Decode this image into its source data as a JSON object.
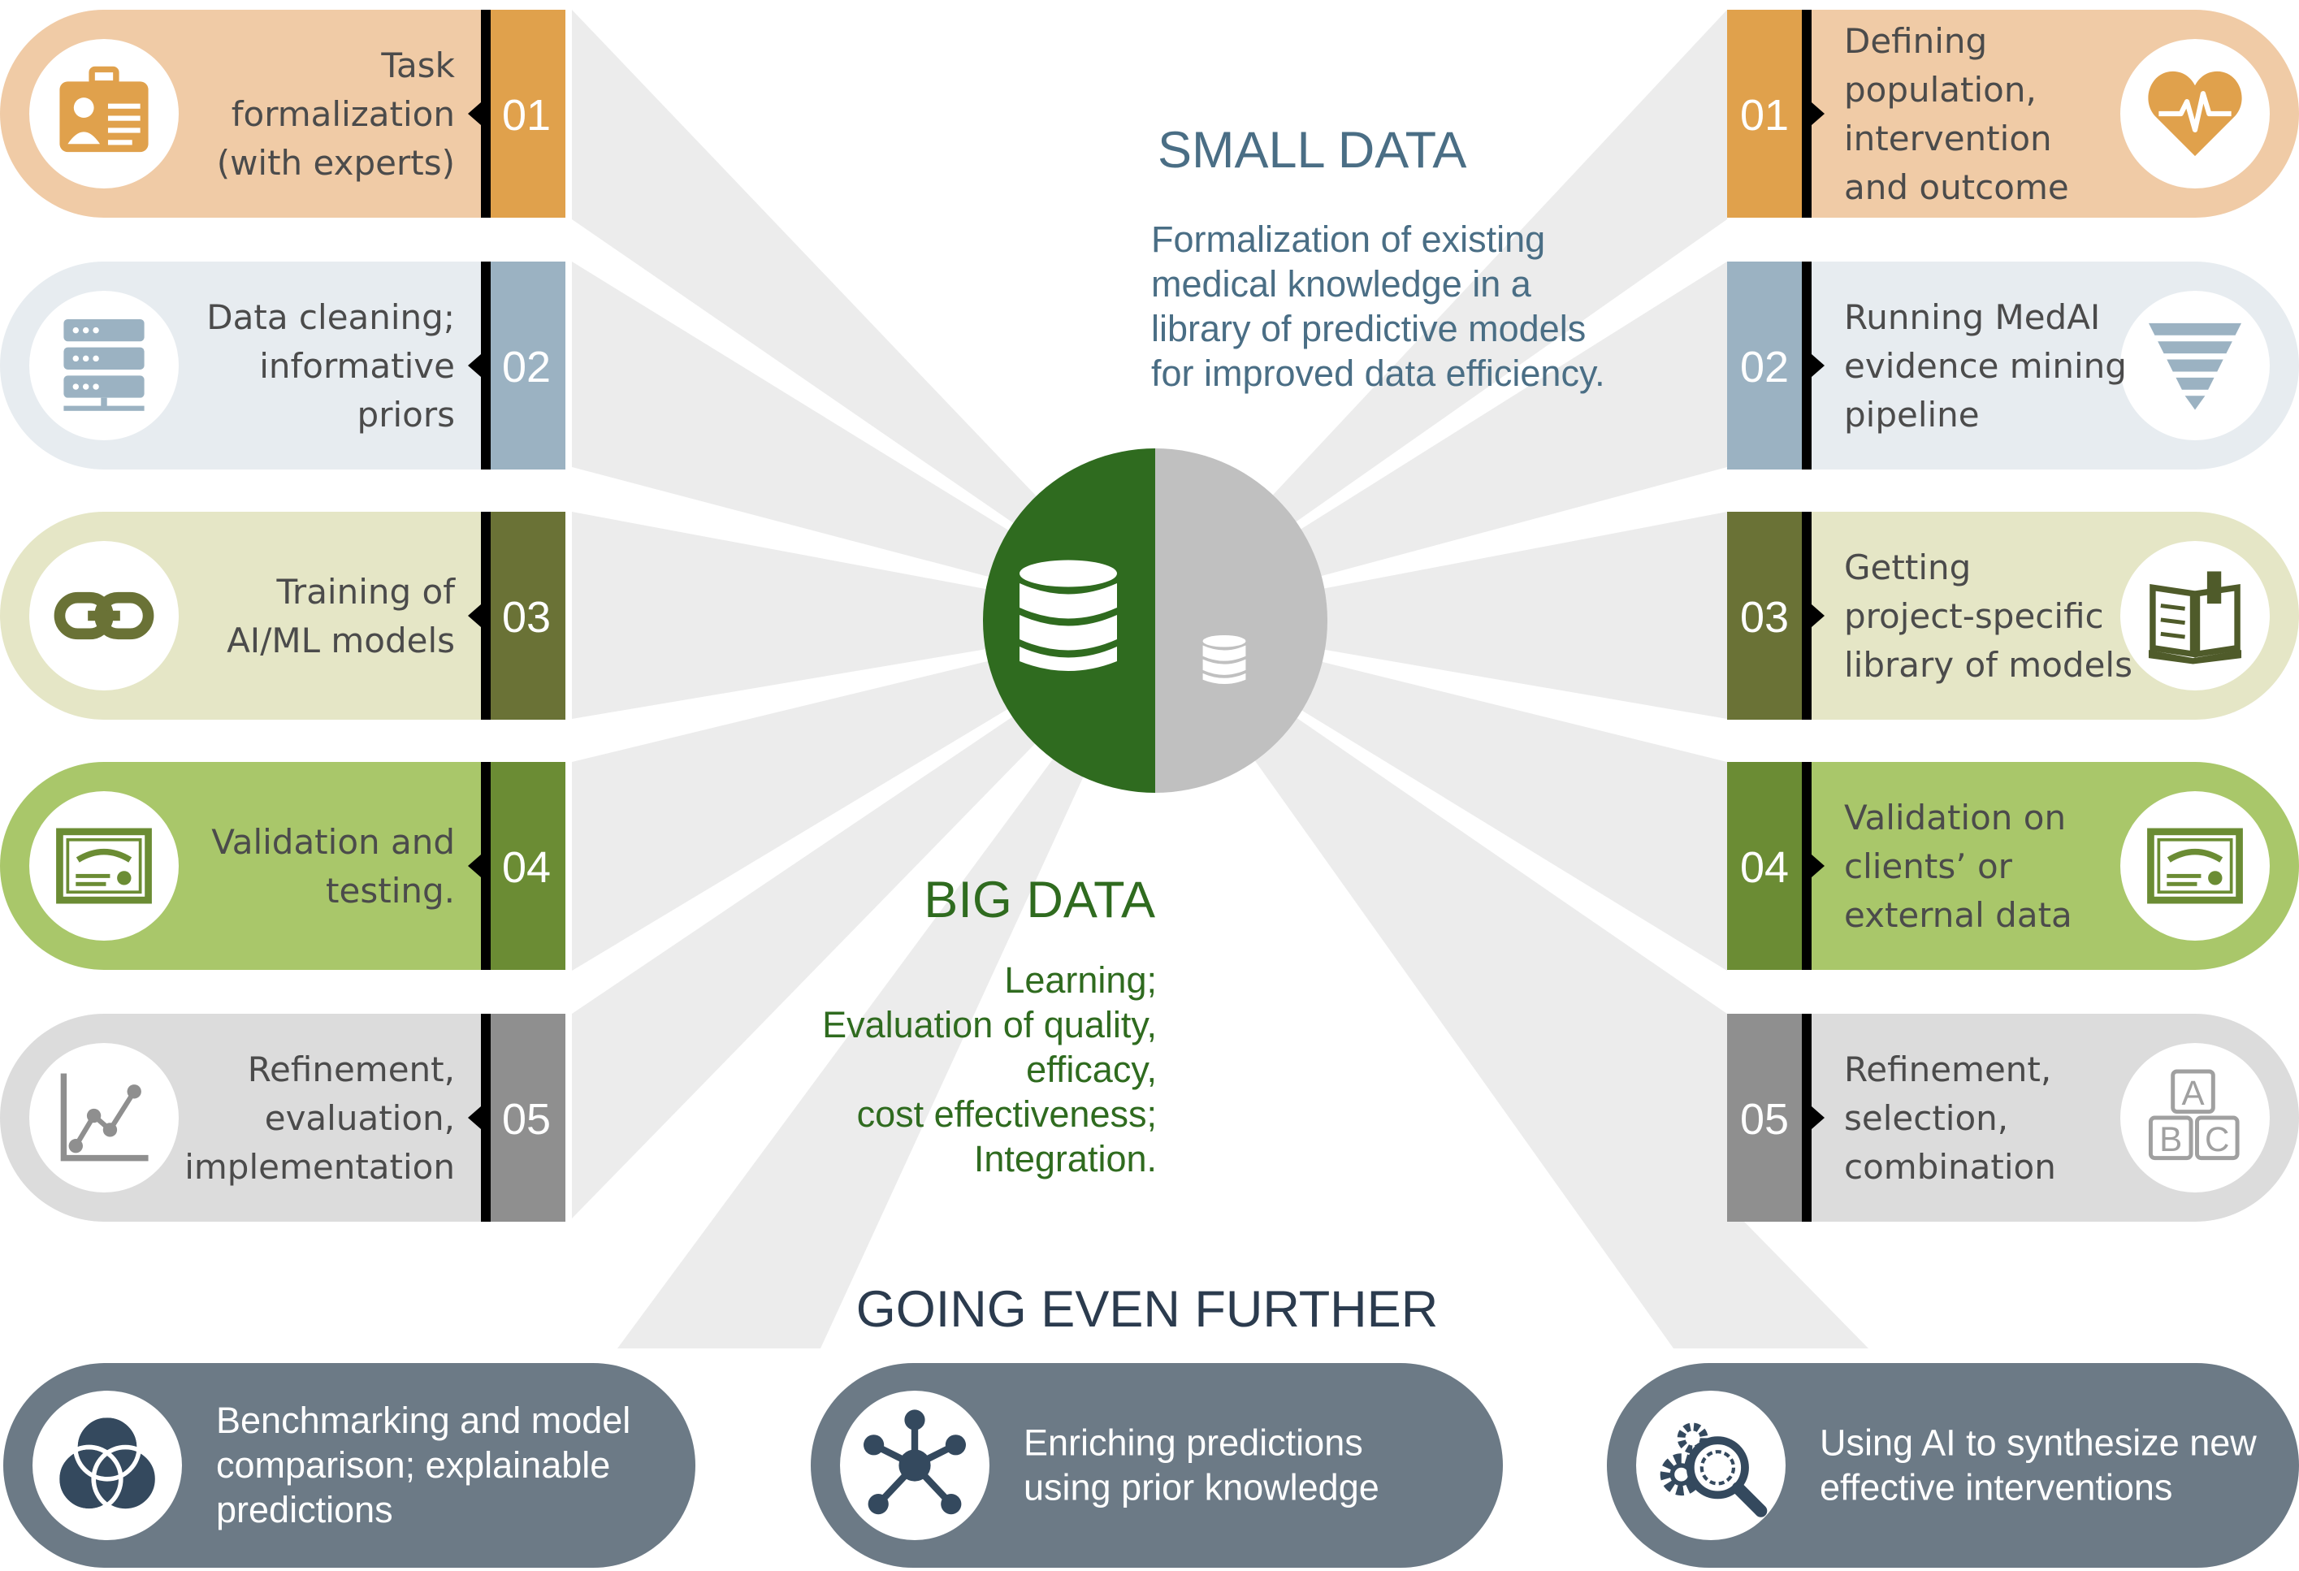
{
  "colors": {
    "ray": "#ececec",
    "center_left": "#2f6b1f",
    "center_right": "#c0c0c0",
    "heading_small": "#4a6e85",
    "heading_big": "#2f6b1f",
    "heading_further": "#2b3b4e",
    "bottom_pill": "#6c7a86",
    "icon_dark": "#34495e",
    "text_dark": "#4b4b4b"
  },
  "small_data": {
    "title": "SMALL DATA",
    "description_lines": [
      "Formalization of existing",
      "medical knowledge in a",
      "library of predictive models",
      "for improved data efficiency."
    ]
  },
  "big_data": {
    "title": "BIG DATA",
    "description_lines": [
      "Learning;",
      "Evaluation of quality,",
      "efficacy,",
      "cost effectiveness;",
      "Integration."
    ]
  },
  "further": {
    "title": "GOING  EVEN FURTHER",
    "items": [
      {
        "icon": "venn-diagram-icon",
        "lines": [
          "Benchmarking and model",
          "comparison; explainable",
          "predictions"
        ]
      },
      {
        "icon": "network-hub-icon",
        "lines": [
          "Enriching predictions",
          "using prior knowledge"
        ]
      },
      {
        "icon": "gears-magnifier-icon",
        "lines": [
          "Using AI to synthesize new",
          "effective interventions"
        ]
      }
    ]
  },
  "left_steps": [
    {
      "num": "01",
      "icon": "id-card-icon",
      "pill": "#f0cba6",
      "tab": "#e0a14c",
      "lines": [
        "Task",
        "formalization",
        "(with experts)"
      ]
    },
    {
      "num": "02",
      "icon": "server-icon",
      "pill": "#e7ecf0",
      "tab": "#9bb2c2",
      "lines": [
        "Data cleaning;",
        "informative",
        "priors"
      ]
    },
    {
      "num": "03",
      "icon": "chain-link-icon",
      "pill": "#e5e6c6",
      "tab": "#6a7236",
      "lines": [
        "Training of",
        "AI/ML models"
      ]
    },
    {
      "num": "04",
      "icon": "certificate-icon",
      "pill": "#a9c76a",
      "tab": "#6b8c34",
      "lines": [
        "Validation and",
        "testing."
      ]
    },
    {
      "num": "05",
      "icon": "line-chart-icon",
      "pill": "#dcdcdc",
      "tab": "#8f8f8f",
      "lines": [
        "Refinement,",
        "evaluation,",
        "implementation"
      ]
    }
  ],
  "right_steps": [
    {
      "num": "01",
      "icon": "heartbeat-icon",
      "pill": "#f0cba6",
      "tab": "#e0a14c",
      "lines": [
        "Defining",
        "population,",
        "intervention",
        "and outcome"
      ]
    },
    {
      "num": "02",
      "icon": "funnel-icon",
      "pill": "#e7ecf0",
      "tab": "#9bb2c2",
      "lines": [
        "Running MedAI",
        "evidence mining",
        "pipeline"
      ]
    },
    {
      "num": "03",
      "icon": "open-book-icon",
      "pill": "#e5e6c6",
      "tab": "#6a7236",
      "lines": [
        "Getting",
        "project-specific",
        "library of models"
      ]
    },
    {
      "num": "04",
      "icon": "certificate-icon",
      "pill": "#a9c76a",
      "tab": "#6b8c34",
      "lines": [
        "Validation on",
        "clients’ or",
        "external data"
      ]
    },
    {
      "num": "05",
      "icon": "abc-blocks-icon",
      "pill": "#dcdcdc",
      "tab": "#8f8f8f",
      "lines": [
        "Refinement,",
        "selection,",
        "combination"
      ]
    }
  ]
}
